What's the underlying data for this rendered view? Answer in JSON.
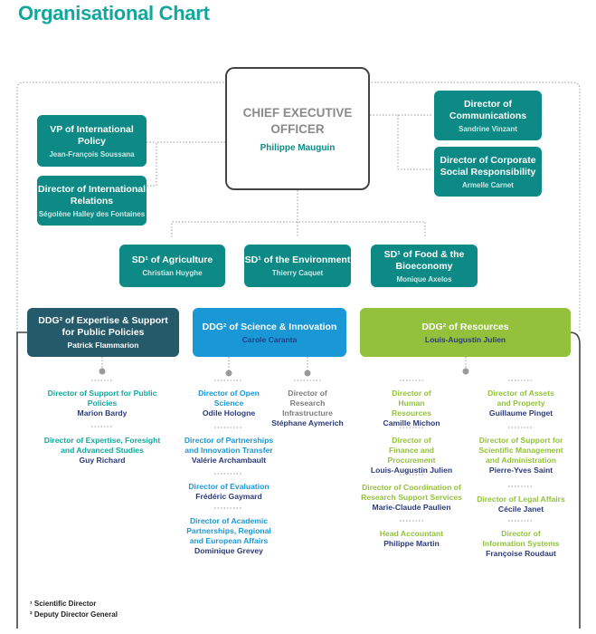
{
  "title": "Organisational Chart",
  "ceo": {
    "role": "CHIEF EXECUTIVE OFFICER",
    "name": "Philippe Mauguin"
  },
  "left": [
    {
      "role": "VP of International Policy",
      "name": "Jean-François Soussana"
    },
    {
      "role": "Director of International Relations",
      "name": "Ségolène Halley des Fontaines"
    }
  ],
  "right": [
    {
      "role": "Director of Communications",
      "name": "Sandrine Vinzant"
    },
    {
      "role": "Director of Corporate Social Responsibility",
      "name": "Armelle Carnet"
    }
  ],
  "sd": [
    {
      "role": "SD¹ of Agriculture",
      "name": "Christian Huyghe"
    },
    {
      "role": "SD¹ of the Environment",
      "name": "Thierry Caquet"
    },
    {
      "role": "SD¹ of Food & the Bioeconomy",
      "name": "Monique Axelos"
    }
  ],
  "ddg": [
    {
      "role": "DDG² of Expertise & Support for Public Policies",
      "name": "Patrick Flammarion"
    },
    {
      "role": "DDG² of Science & Innovation",
      "name": "Carole Caranta"
    },
    {
      "role": "DDG² of Resources",
      "name": "Louis-Augustin Julien"
    }
  ],
  "expertise_items": [
    {
      "role": "Director of Support for Public Policies",
      "name": "Marion Bardy"
    },
    {
      "role": "Director of Expertise, Foresight and Advanced Studies",
      "name": "Guy Richard"
    }
  ],
  "science_items": [
    {
      "role": "Director of Open Science",
      "name": "Odile Hologne"
    },
    {
      "role": "Director of Partnerships and Innovation Transfer",
      "name": "Valérie Archambault"
    },
    {
      "role": "Director of Evaluation",
      "name": "Frédéric Gaymard"
    },
    {
      "role": "Director of Academic Partnerships, Regional and European Affairs",
      "name": "Dominique Grevey"
    }
  ],
  "research_infra": {
    "role": "Director of Research Infrastructure",
    "name": "Stéphane Aymerich"
  },
  "resources_left": [
    {
      "role": "Director of Human Resources",
      "name": "Camille Michon"
    },
    {
      "role": "Director of Finance and Procurement",
      "name": "Louis-Augustin Julien"
    },
    {
      "role": "Director of Coordination of Research Support Services",
      "name": "Marie-Claude Paulien"
    },
    {
      "role": "Head Accountant",
      "name": "Philippe Martin"
    }
  ],
  "resources_right": [
    {
      "role": "Director of Assets and Property",
      "name": "Guillaume Pinget"
    },
    {
      "role": "Director of Support for Scientific Management and Administration",
      "name": "Pierre-Yves Saint"
    },
    {
      "role": "Director of Legal Affairs",
      "name": "Cécile Janet"
    },
    {
      "role": "Director of Information Systems",
      "name": "Françoise Roudaut"
    }
  ],
  "footnotes": [
    "¹ Scientific Director",
    "² Deputy Director General"
  ],
  "colors": {
    "teal": "#0d8a86",
    "title": "#11a79d",
    "expertise": "#245a69",
    "science": "#1a98d6",
    "resources": "#93c13c",
    "name_dark": "#2d3a7a"
  }
}
